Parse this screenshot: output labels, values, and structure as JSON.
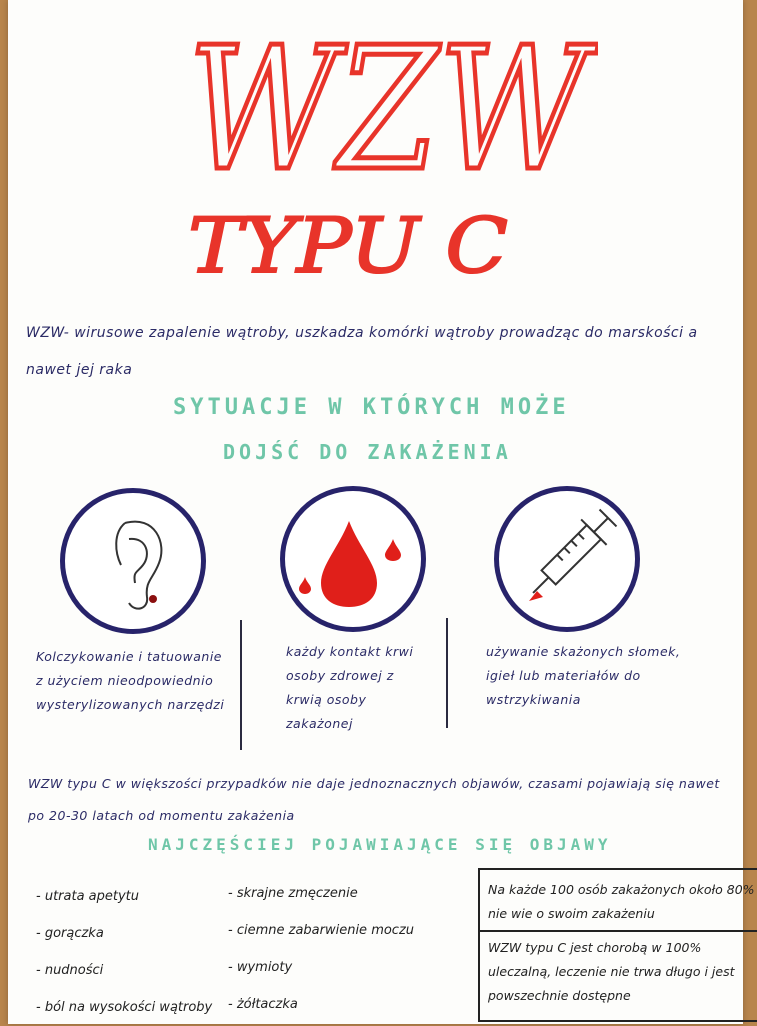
{
  "poster": {
    "title": "WZW",
    "subtitle": "TYPU C",
    "intro": "WZW- wirusowe zapalenie wątroby, uszkadza komórki wątroby prowadząc do marskości a nawet jej raka",
    "situations_heading_line1": "SYTUACJE W KTÓRYCH MOŻE",
    "situations_heading_line2": "DOJŚĆ DO ZAKAŻENIA",
    "situations": [
      {
        "icon": "ear-icon",
        "text": "Kolczykowanie i tatuowanie z użyciem nieodpowiednio wysterylizowanych narzędzi"
      },
      {
        "icon": "blood-drop-icon",
        "text": "każdy kontakt krwi osoby zdrowej z krwią osoby zakażonej"
      },
      {
        "icon": "syringe-icon",
        "text": "używanie skażonych słomek, igieł lub materiałów do wstrzykiwania"
      }
    ],
    "paragraph": "WZW typu C w większości przypadków nie daje jednoznacznych objawów, czasami pojawiają się nawet po 20-30 latach od momentu zakażenia",
    "symptoms_heading": "NAJCZĘŚCIEJ POJAWIAJĄCE SIĘ OBJAWY",
    "symptoms_col1": [
      "- utrata apetytu",
      "- gorączka",
      "- nudności",
      "- ból na wysokości wątroby"
    ],
    "symptoms_col2": [
      "- skrajne zmęczenie",
      "- ciemne zabarwienie moczu",
      "- wymioty",
      "- żółtaczka"
    ],
    "fact1": "Na każde 100 osób zakażonych około 80% nie wie o swoim zakażeniu",
    "fact2": "WZW typu C jest chorobą w 100% uleczalną, leczenie nie trwa długo i jest powszechnie dostępne"
  },
  "colors": {
    "title_red": "#e8342a",
    "teal": "#6fc6a8",
    "navy": "#27236a",
    "blood": "#e01f1a"
  }
}
